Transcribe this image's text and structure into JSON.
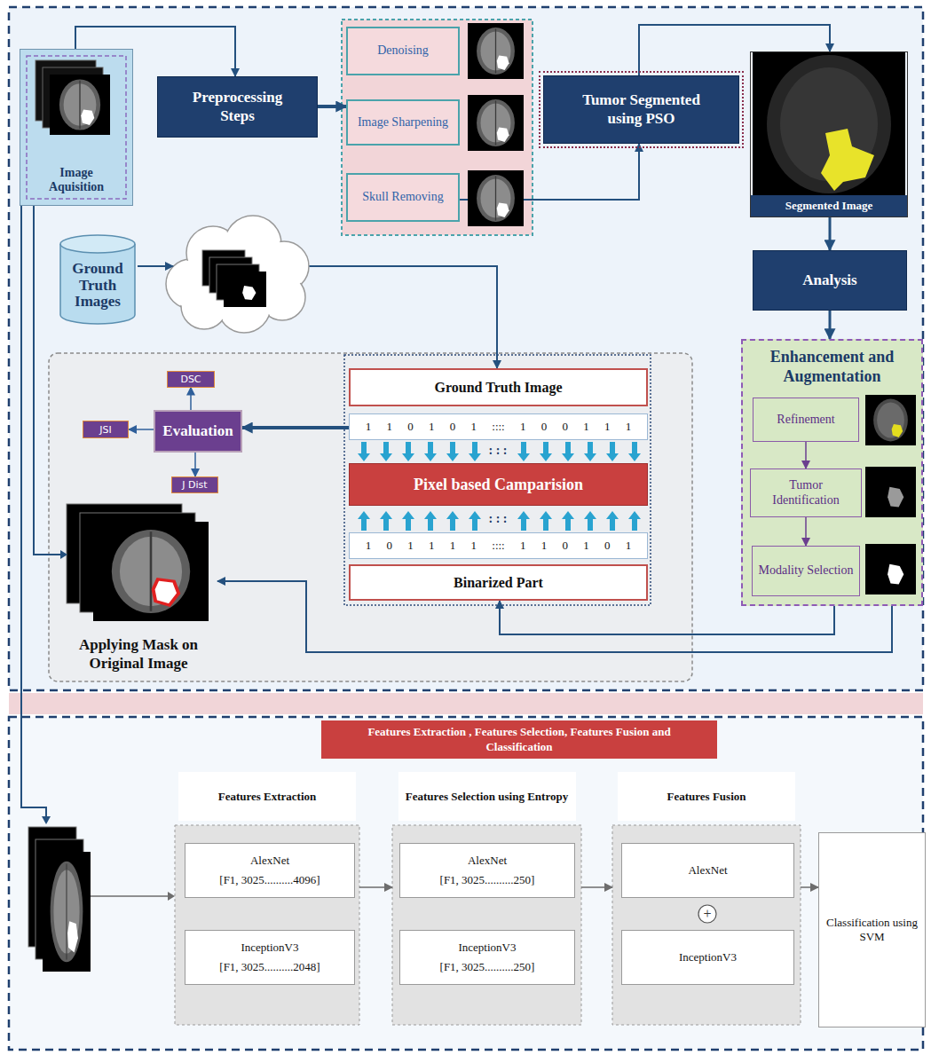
{
  "diagram": {
    "nodes": [
      {
        "text": [
          "Image Aquisition"
        ]
      },
      {
        "text": [
          "Preprocessing Steps"
        ]
      },
      {
        "text": [
          "Denoising"
        ]
      },
      {
        "text": [
          "Image Sharpening"
        ]
      },
      {
        "text": [
          "Skull Removing"
        ]
      },
      {
        "text": [
          "Tumor Segmented using PSO"
        ]
      },
      {
        "text": [
          "Segmented Image"
        ]
      },
      {
        "text": [
          "Ground Truth Images"
        ]
      },
      {
        "text": [
          "Analysis"
        ]
      },
      {
        "text": [
          "Enhancement and Augmentation"
        ]
      },
      {
        "text": [
          "Refinement"
        ],
        "in": 9
      },
      {
        "text": [
          "Tumor Identification"
        ],
        "in": 9
      },
      {
        "text": [
          "Modality Selection"
        ],
        "in": 9
      },
      {
        "text": [
          "Ground Truth Image"
        ]
      },
      {
        "text": [
          "1 1 0 1 0 1 :::: 1 0 0 1 1 1"
        ]
      },
      {
        "text": [
          "Pixel based Camparision"
        ]
      },
      {
        "text": [
          "1 0 1 1 1 1 :::: 1 1 0 1 0 1"
        ]
      },
      {
        "text": [
          "Binarized Part"
        ]
      },
      {
        "text": [
          "Evaluation"
        ]
      },
      {
        "text": [
          "DSC"
        ]
      },
      {
        "text": [
          "JSI"
        ]
      },
      {
        "text": [
          "J Dist"
        ]
      },
      {
        "text": [
          "Applying Mask on Original Image"
        ]
      },
      {
        "text": [
          "Features Extraction , Features Selection, Features Fusion and Classification"
        ]
      },
      {
        "text": [
          "Features Extraction"
        ]
      },
      {
        "text": [
          "AlexNet",
          "[F1, 3025..........4096]"
        ],
        "in": 24
      },
      {
        "text": [
          "InceptionV3",
          "[F1, 3025..........2048]"
        ],
        "in": 24
      },
      {
        "text": [
          "Features Selection using Entropy"
        ]
      },
      {
        "text": [
          "AlexNet",
          "[F1, 3025..........250]"
        ],
        "in": 27
      },
      {
        "text": [
          "InceptionV3",
          "[F1, 3025..........250]"
        ],
        "in": 27
      },
      {
        "text": [
          "Features Fusion"
        ]
      },
      {
        "text": [
          "AlexNet"
        ],
        "in": 30
      },
      {
        "text": [
          "InceptionV3"
        ],
        "in": 30
      },
      {
        "text": [
          "Classification using SVM"
        ]
      }
    ],
    "edges": [
      {
        "from": 0,
        "to": 1,
        "arrow": "to"
      },
      {
        "from": 1,
        "to": 3,
        "arrow": "to"
      },
      {
        "from": 4,
        "to": 5,
        "arrow": "to"
      },
      {
        "from": 5,
        "to": 6,
        "arrow": "to"
      },
      {
        "from": 6,
        "to": 8,
        "arrow": "to"
      },
      {
        "from": 8,
        "to": 9,
        "arrow": "to"
      },
      {
        "from": 10,
        "to": 11,
        "arrow": "to"
      },
      {
        "from": 11,
        "to": 12,
        "arrow": "to"
      },
      {
        "from": 9,
        "to": 17,
        "arrow": "to"
      },
      {
        "from": 9,
        "to": 22,
        "arrow": "to"
      },
      {
        "from": 14,
        "to": 18,
        "arrow": "to"
      },
      {
        "from": 18,
        "to": 19,
        "arrow": "to"
      },
      {
        "from": 18,
        "to": 20,
        "arrow": "to"
      },
      {
        "from": 18,
        "to": 21,
        "arrow": "to"
      },
      {
        "from": 7,
        "to": 13,
        "arrow": "to"
      },
      {
        "from": 24,
        "to": 27,
        "arrow": "to"
      },
      {
        "from": 27,
        "to": 30,
        "arrow": "to"
      },
      {
        "from": 30,
        "to": 33,
        "arrow": "to"
      }
    ],
    "labels": [
      ": : :",
      ": : :",
      "+"
    ]
  }
}
